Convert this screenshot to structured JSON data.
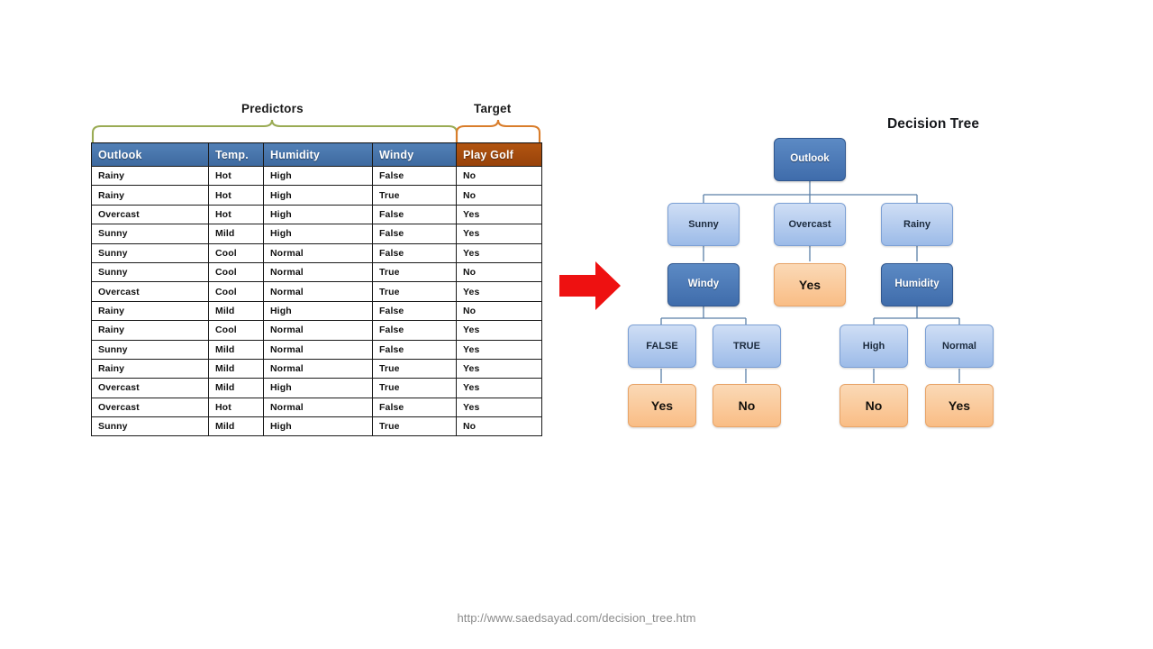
{
  "table": {
    "predictors_label": "Predictors",
    "target_label": "Target",
    "columns": [
      "Outlook",
      "Temp.",
      "Humidity",
      "Windy",
      "Play Golf"
    ],
    "header_colors": {
      "predictor": "#4571a8",
      "target": "#a0460e"
    },
    "rows": [
      [
        "Rainy",
        "Hot",
        "High",
        "False",
        "No"
      ],
      [
        "Rainy",
        "Hot",
        "High",
        "True",
        "No"
      ],
      [
        "Overcast",
        "Hot",
        "High",
        "False",
        "Yes"
      ],
      [
        "Sunny",
        "Mild",
        "High",
        "False",
        "Yes"
      ],
      [
        "Sunny",
        "Cool",
        "Normal",
        "False",
        "Yes"
      ],
      [
        "Sunny",
        "Cool",
        "Normal",
        "True",
        "No"
      ],
      [
        "Overcast",
        "Cool",
        "Normal",
        "True",
        "Yes"
      ],
      [
        "Rainy",
        "Mild",
        "High",
        "False",
        "No"
      ],
      [
        "Rainy",
        "Cool",
        "Normal",
        "False",
        "Yes"
      ],
      [
        "Sunny",
        "Mild",
        "Normal",
        "False",
        "Yes"
      ],
      [
        "Rainy",
        "Mild",
        "Normal",
        "True",
        "Yes"
      ],
      [
        "Overcast",
        "Mild",
        "High",
        "True",
        "Yes"
      ],
      [
        "Overcast",
        "Hot",
        "Normal",
        "False",
        "Yes"
      ],
      [
        "Sunny",
        "Mild",
        "High",
        "True",
        "No"
      ]
    ]
  },
  "arrow": {
    "name": "right-arrow",
    "color": "#ee1111"
  },
  "tree": {
    "title": "Decision Tree",
    "colors": {
      "decision": "#4a76b8",
      "branch": "#b6cdf0",
      "leaf": "#fac99a",
      "connector": "#5b7fa8"
    },
    "nodes": {
      "root": "Outlook",
      "branch_sunny": "Sunny",
      "branch_overcast": "Overcast",
      "branch_rainy": "Rainy",
      "decision_windy": "Windy",
      "leaf_overcast": "Yes",
      "decision_humidity": "Humidity",
      "branch_false": "FALSE",
      "branch_true": "TRUE",
      "branch_high": "High",
      "branch_normal": "Normal",
      "leaf_false": "Yes",
      "leaf_true": "No",
      "leaf_high": "No",
      "leaf_normal": "Yes"
    }
  },
  "footer": {
    "url": "http://www.saedsayad.com/decision_tree.htm"
  }
}
